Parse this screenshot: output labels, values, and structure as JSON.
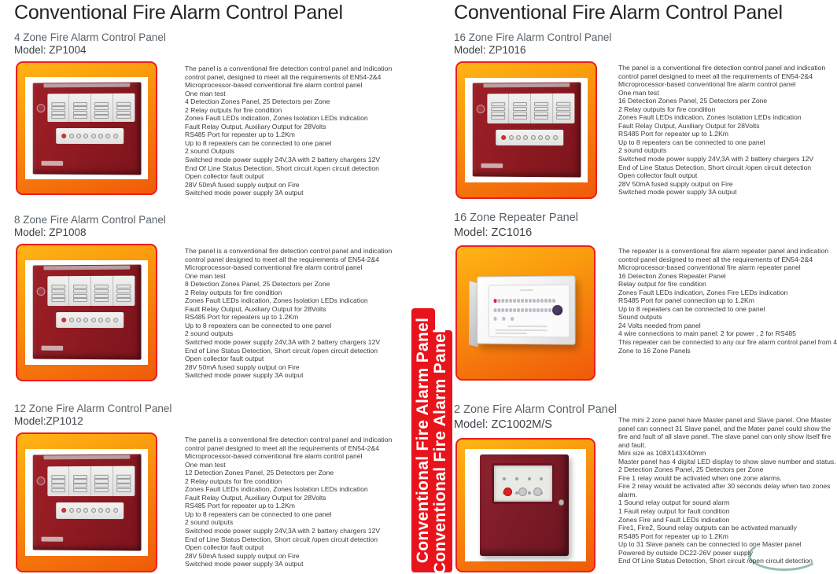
{
  "columns": {
    "left_title": "Conventional Fire Alarm Control Panel",
    "right_title": "Conventional Fire Alarm Control Panel"
  },
  "banners": {
    "back": "Conventional Fire Alarm Panel",
    "front": "Conventional Fire Alarm Panel"
  },
  "products": [
    {
      "name": "4 Zone Fire Alarm Control Panel",
      "model": "Model: ZP1004",
      "photo": "red-fire-alarm-panel-photo",
      "specs": [
        "The panel is a conventional fire detection control panel and indication",
        "control panel, designed to meet all the requirements of EN54-2&4",
        "Microprocessor-based conventional fire alarm control panel",
        "One man test",
        "4  Detection Zones Panel, 25 Detectors per Zone",
        "2  Relay outputs for fire condition",
        "Zones Fault LEDs indication, Zones Isolation LEDs indication",
        "Fault Relay Output, Auxiliary Output for 28Volts",
        "RS485 Port for repeater up to 1.2Km",
        "Up to 8 repeaters can be connected to one panel",
        "2 sound Outputs",
        "Switched mode power supply 24V,3A with 2 battery chargers 12V",
        "End Of Line Status Detection, Short circuit /open circuit detection",
        "Open collector fault output",
        "28V 50mA fused supply output on Fire",
        "Switched mode power supply 3A output"
      ]
    },
    {
      "name": "8 Zone Fire Alarm Control Panel",
      "model": "Model: ZP1008",
      "photo": "red-fire-alarm-panel-photo",
      "specs": [
        "The panel is a conventional fire detection control panel and indication",
        "control panel designed to meet all the requirements of EN54-2&4",
        "Microprocessor-based conventional fire alarm control panel",
        "One man test",
        "8 Detection Zones Panel, 25 Detectors per Zone",
        "2 Relay outputs for fire condition",
        "Zones Fault LEDs indication, Zones Isolation LEDs indication",
        "Fault Relay Output, Auxiliary Output for 28Volts",
        "RS485 Port for repeaters up to 1.2Km",
        "Up to 8 repeaters can be connected to one panel",
        "2 sound outputs",
        "Switched mode power supply 24V,3A with 2 battery chargers 12V",
        "End of Line Status Detection, Short circuit /open circuit detection",
        "Open collector fault output",
        "28V 50mA fused supply output on Fire",
        "Switched mode power supply 3A output"
      ]
    },
    {
      "name": "12 Zone Fire Alarm Control Panel",
      "model": "Model:ZP1012",
      "photo": "red-fire-alarm-panel-photo",
      "specs": [
        "The panel is a conventional fire detection control panel and indication",
        "control panel designed to meet all the requirements of EN54-2&4",
        "Microprocessor-based conventional fire alarm control panel",
        "One man test",
        "12 Detection Zones Panel, 25 Detectors per Zone",
        "2 Relay outputs for fire condition",
        "Zones Fault LEDs indication, Zones Isolation LEDs indication",
        "Fault Relay Output, Auxiliary Output for 28Volts",
        "RS485 Port for repeater up to 1.2Km",
        "Up to 8 repeaters can be connected to one panel",
        "2 sound outputs",
        "Switched mode power supply 24V,3A with 2 battery chargers 12V",
        "End of Line Status Detection, Short circuit /open circuit detection",
        "Open collector fault output",
        "28V 50mA fused supply output on Fire",
        "Switched mode power supply 3A output"
      ]
    },
    {
      "name": "16 Zone Fire Alarm Control Panel",
      "model": "Model: ZP1016",
      "photo": "red-fire-alarm-panel-photo",
      "specs": [
        "The panel is a conventional fire detection control panel and indication",
        "control panel designed to meet all the requirements of EN54-2&4",
        "Microprocessor-based conventional fire alarm control panel",
        "One man test",
        "16 Detection Zones Panel, 25 Detectors per Zone",
        "2 Relay outputs for fire condition",
        "Zones Fault LEDs indication, Zones Isolation LEDs indication",
        "Fault Relay Output, Auxiliary Output for 28Volts",
        "RS485 Port for repeater up to 1.2Km",
        "Up to 8 repeaters can be connected to one panel",
        "2 sound outputs",
        "Switched mode power supply 24V,3A with 2 battery chargers 12V",
        "End of Line Status Detection, Short circuit /open circuit detection",
        "Open collector fault output",
        "28V 50mA fused supply output on Fire",
        "Switched mode power supply 3A output"
      ]
    },
    {
      "name": "16 Zone Repeater Panel",
      "model": "Model: ZC1016",
      "photo": "white-repeater-panel-photo",
      "specs": [
        "The repeater is a conventional fire alarm repeater panel and indication",
        "control panel designed to meet all the requirements of EN54-2&4",
        "Microprocessor-based conventional fire alarm repeater panel",
        "16  Detection Zones Repeater Panel",
        "Relay output for fire condition",
        " Zones Fault LEDs indication, Zones Fire LEDs indication",
        "RS485 Port for panel connection up to 1.2Km",
        "Up to 8 repeaters can be connected to one panel",
        "Sound outputs",
        "24 Volts needed from panel",
        "4 wire connections to main panel: 2 for power , 2 for RS485",
        "This repeater can be connected to any our fire alarm  control panel from 4",
        "Zone to 16 Zone Panels"
      ]
    },
    {
      "name": "2 Zone Fire Alarm Control Panel",
      "model": "Model: ZC1002M/S",
      "photo": "mini-2-zone-panel-photo",
      "specs": [
        "The mini 2 zone panel have Masler panel and Slave panel. One Master",
        "panel can connect 31 Slave panel, and the Mater panel could show the",
        "fire and fault of all slave panel. The slave panel can only show itself fire",
        "and fault.",
        "Mini size as 108X143X40mm",
        "Master panel has 4 digital LED display to show slave number and status.",
        "2  Detection Zones Panel, 25 Detectors per Zone",
        "Fire 1 relay would be activated when one zone alarms.",
        "Fire 2 relay would be activated after 30 seconds delay when two zones",
        "alarm.",
        "1 Sound relay output for sound alarm",
        "1 Fault relay output for fault condition",
        "Zones Fire and Fault LEDs indication",
        "Fire1, Fire2, Sound relay outputs can be activated manually",
        "RS485 Port for repeater up to 1.2Km",
        "Up to 31 Slave panels  can be connected to one Master panel",
        "Powered by outside DC22-26V power supply",
        "End Of Line Status Detection, Short circuit /open circuit detection"
      ]
    }
  ],
  "colors": {
    "banner_red": "#e8131b",
    "frame_border_red": "#ee1d1d",
    "frame_gradient_top": "#ffb515",
    "frame_gradient_bottom": "#f05a09",
    "title_text": "#242424",
    "product_name_text": "#5a6268",
    "spec_text": "#3b3b3b"
  }
}
